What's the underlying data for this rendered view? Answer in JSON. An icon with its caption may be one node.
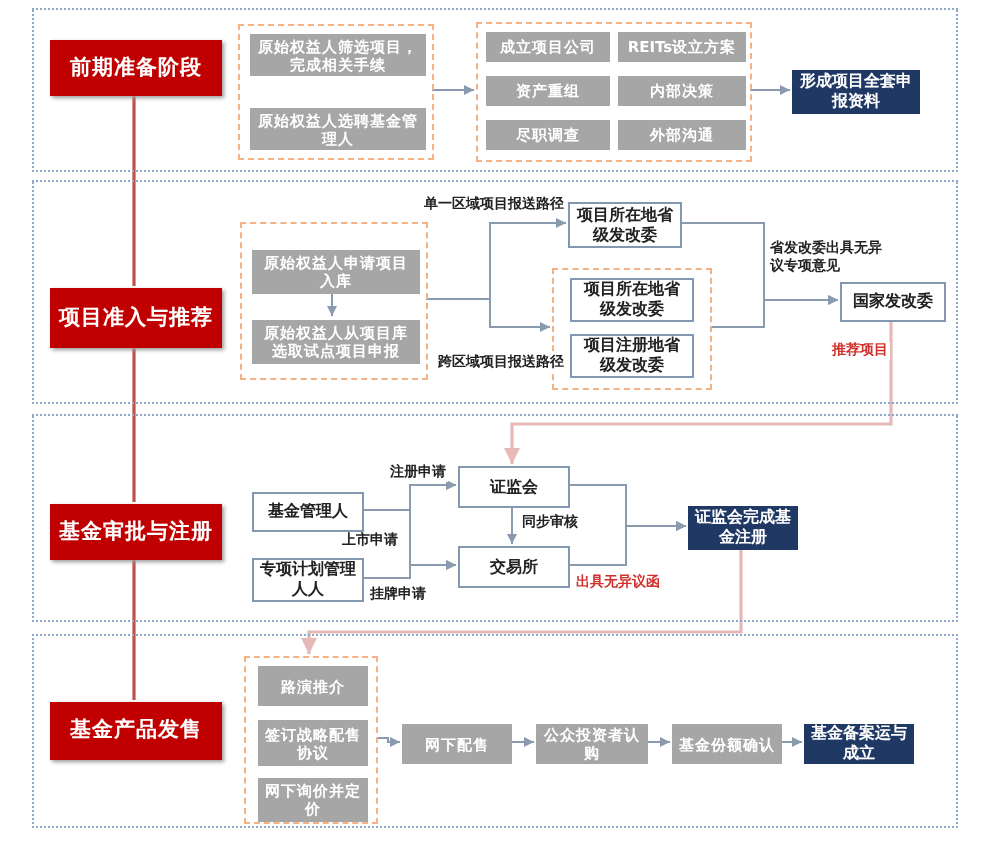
{
  "diagram": {
    "nodes": [
      {
        "text": [],
        "shape": "box"
      },
      {
        "text": [
          "前期准备阶段"
        ],
        "in": 0
      },
      {
        "text": [],
        "shape": "box",
        "in": 0
      },
      {
        "text": [
          "原始权益人筛选项目，完成相关手续"
        ],
        "in": 2
      },
      {
        "text": [
          "原始权益人选聘基金管理人"
        ],
        "in": 2
      },
      {
        "text": [],
        "shape": "box",
        "in": 0
      },
      {
        "text": [
          "成立项目公司"
        ],
        "in": 5
      },
      {
        "text": [
          "REITs设立方案"
        ],
        "in": 5
      },
      {
        "text": [
          "资产重组"
        ],
        "in": 5
      },
      {
        "text": [
          "内部决策"
        ],
        "in": 5
      },
      {
        "text": [
          "尽职调查"
        ],
        "in": 5
      },
      {
        "text": [
          "外部沟通"
        ],
        "in": 5
      },
      {
        "text": [
          "形成项目全套申报资料"
        ],
        "in": 0
      },
      {
        "text": [],
        "shape": "box"
      },
      {
        "text": [
          "项目准入与推荐"
        ],
        "in": 13
      },
      {
        "text": [],
        "shape": "box",
        "in": 13
      },
      {
        "text": [
          "原始权益人申请项目入库"
        ],
        "in": 15
      },
      {
        "text": [
          "原始权益人从项目库选取试点项目申报"
        ],
        "in": 15
      },
      {
        "text": [
          "项目所在地省级发改委"
        ],
        "in": 13
      },
      {
        "text": [],
        "shape": "box",
        "in": 13
      },
      {
        "text": [
          "项目所在地省级发改委"
        ],
        "in": 19
      },
      {
        "text": [
          "项目注册地省级发改委"
        ],
        "in": 19
      },
      {
        "text": [
          "国家发改委"
        ],
        "in": 13
      },
      {
        "text": [],
        "shape": "box"
      },
      {
        "text": [
          "基金审批与注册"
        ],
        "in": 23
      },
      {
        "text": [
          "基金管理人"
        ],
        "in": 23
      },
      {
        "text": [
          "专项计划管理人人"
        ],
        "in": 23
      },
      {
        "text": [
          "证监会"
        ],
        "in": 23
      },
      {
        "text": [
          "交易所"
        ],
        "in": 23
      },
      {
        "text": [
          "证监会完成基金注册"
        ],
        "in": 23
      },
      {
        "text": [],
        "shape": "box"
      },
      {
        "text": [
          "基金产品发售"
        ],
        "in": 30
      },
      {
        "text": [],
        "shape": "box",
        "in": 30
      },
      {
        "text": [
          "路演推介"
        ],
        "in": 32
      },
      {
        "text": [
          "签订战略配售协议"
        ],
        "in": 32
      },
      {
        "text": [
          "网下询价并定价"
        ],
        "in": 32
      },
      {
        "text": [
          "网下配售"
        ],
        "in": 30
      },
      {
        "text": [
          "公众投资者认购"
        ],
        "in": 30
      },
      {
        "text": [
          "基金份额确认"
        ],
        "in": 30
      },
      {
        "text": [
          "基金备案运与成立"
        ],
        "in": 30
      }
    ],
    "edges": [
      {
        "from": 1,
        "to": 14,
        "arrow": "none",
        "color": "#c0504d"
      },
      {
        "from": 14,
        "to": 24,
        "arrow": "none",
        "color": "#c0504d"
      },
      {
        "from": 24,
        "to": 31,
        "arrow": "none",
        "color": "#c0504d"
      },
      {
        "from": 2,
        "to": 5,
        "arrow": "to"
      },
      {
        "from": 5,
        "to": 12,
        "arrow": "to"
      },
      {
        "from": 16,
        "to": 17,
        "arrow": "to"
      },
      {
        "from": 15,
        "to": 18,
        "arrow": "to",
        "label": "单一区域项目报送路径"
      },
      {
        "from": 15,
        "to": 19,
        "arrow": "to",
        "label": "跨区域项目报送路径"
      },
      {
        "from": 18,
        "to": 22,
        "arrow": "to",
        "label": "省发改委出具无异议专项意见"
      },
      {
        "from": 19,
        "to": 22,
        "arrow": "to"
      },
      {
        "from": 22,
        "to": 27,
        "arrow": "to",
        "label": "推荐项目",
        "color": "#e6b8b7"
      },
      {
        "from": 25,
        "to": 27,
        "arrow": "to",
        "label": "注册申请"
      },
      {
        "from": 26,
        "to": 27,
        "arrow": "to"
      },
      {
        "from": 25,
        "to": 28,
        "arrow": "to",
        "label": "上市申请"
      },
      {
        "from": 26,
        "to": 28,
        "arrow": "to",
        "label": "挂牌申请"
      },
      {
        "from": 27,
        "to": 28,
        "arrow": "to",
        "label": "同步审核"
      },
      {
        "from": 27,
        "to": 29,
        "arrow": "to"
      },
      {
        "from": 28,
        "to": 29,
        "arrow": "to",
        "label": "出具无异议函"
      },
      {
        "from": 29,
        "to": 32,
        "arrow": "to",
        "color": "#e6b8b7"
      },
      {
        "from": 32,
        "to": 36,
        "arrow": "to"
      },
      {
        "from": 36,
        "to": 37,
        "arrow": "to"
      },
      {
        "from": 37,
        "to": 38,
        "arrow": "to"
      },
      {
        "from": 38,
        "to": 39,
        "arrow": "to"
      }
    ]
  }
}
